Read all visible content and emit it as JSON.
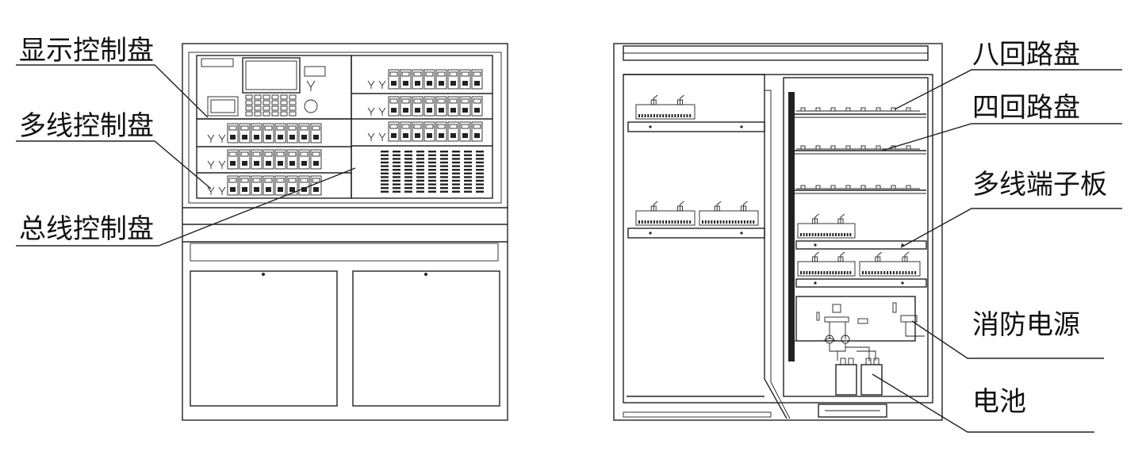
{
  "labels": {
    "display_panel": "显示控制盘",
    "multiline_panel": "多线控制盘",
    "bus_panel": "总线控制盘",
    "eight_loop_board": "八回路盘",
    "four_loop_board": "四回路盘",
    "multiline_terminal_board": "多线端子板",
    "fire_power_supply": "消防电源",
    "battery": "电池"
  },
  "colors": {
    "line": "#222222",
    "background": "#ffffff"
  }
}
